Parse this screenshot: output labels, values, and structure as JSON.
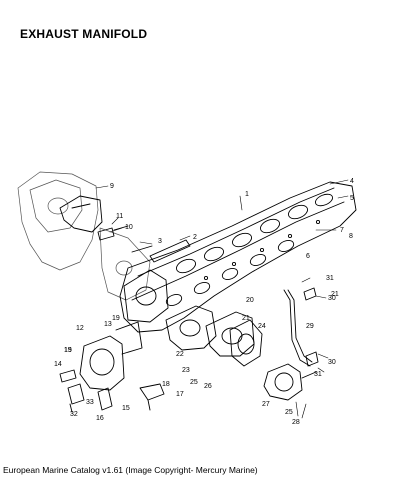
{
  "header": {
    "title": "EXHAUST MANIFOLD"
  },
  "diagram": {
    "callouts": [
      "1",
      "2",
      "3",
      "4",
      "5",
      "6",
      "7",
      "8",
      "9",
      "10",
      "11",
      "12",
      "13",
      "14",
      "15",
      "15",
      "16",
      "17",
      "18",
      "19",
      "19",
      "20",
      "21",
      "21",
      "22",
      "23",
      "24",
      "25",
      "25",
      "26",
      "27",
      "28",
      "29",
      "30",
      "30",
      "31",
      "31",
      "32",
      "33"
    ]
  },
  "footer": {
    "caption": "European Marine Catalog v1.61 (Image Copyright- Mercury Marine)"
  }
}
